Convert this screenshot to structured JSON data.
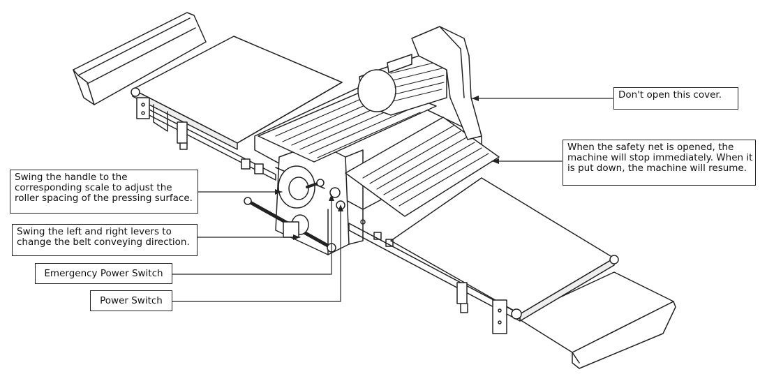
{
  "callouts": {
    "cover": {
      "lines": [
        "Don't open this cover."
      ]
    },
    "safety_net": {
      "lines": [
        "When the safety net is opened, the",
        "machine will stop immediately. When it",
        "is put down, the machine will resume."
      ]
    },
    "handle": {
      "lines": [
        "Swing the handle to the",
        "corresponding scale to adjust the",
        "roller spacing of the pressing surface."
      ]
    },
    "levers": {
      "lines": [
        "Swing the left and right levers to",
        "change the belt conveying direction."
      ]
    },
    "emergency_switch": {
      "lines": [
        "Emergency Power Switch"
      ]
    },
    "power_switch": {
      "lines": [
        "Power Switch"
      ]
    }
  },
  "colors": {
    "line": "#222222",
    "fill": "#ffffff",
    "shade": "#e6e6e6"
  }
}
